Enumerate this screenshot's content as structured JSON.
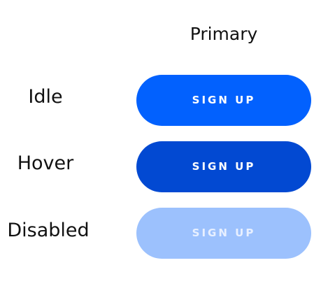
{
  "header": {
    "column_title": "Primary"
  },
  "states": {
    "idle": "Idle",
    "hover": "Hover",
    "disabled": "Disabled"
  },
  "buttons": {
    "idle_label": "SIGN UP",
    "hover_label": "SIGN UP",
    "disabled_label": "SIGN UP"
  },
  "colors": {
    "idle": "#0261fe",
    "hover": "#0249d2",
    "disabled": "#9cc1fd"
  }
}
